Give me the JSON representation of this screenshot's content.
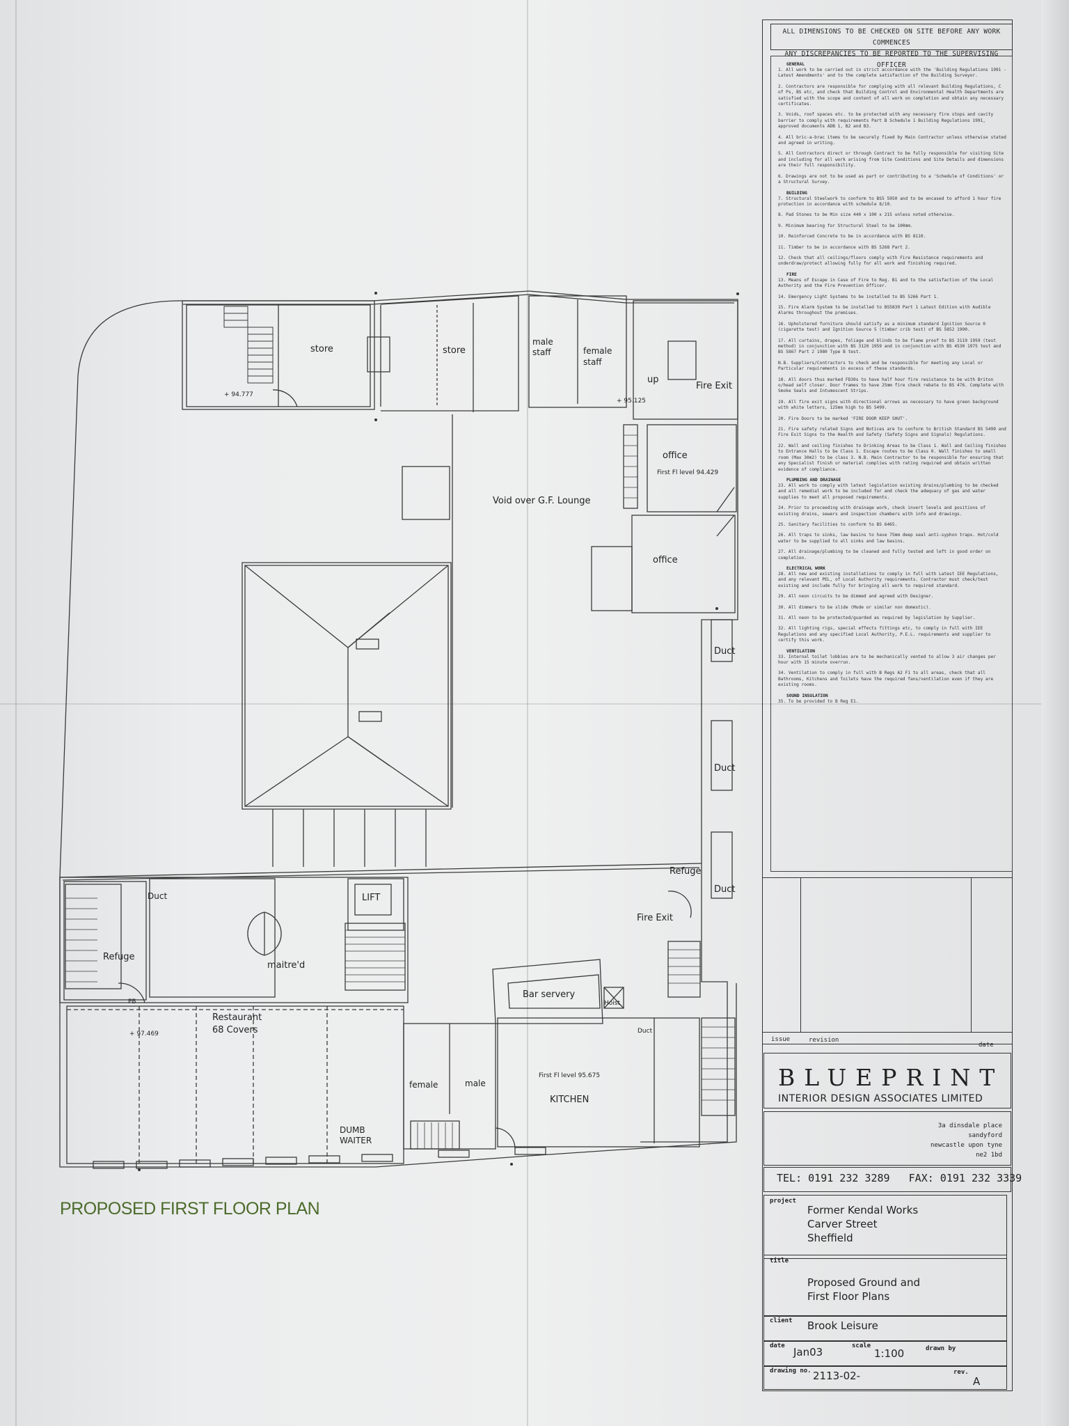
{
  "plan_title": "PROPOSED FIRST FLOOR PLAN",
  "rooms": {
    "store_1": "store",
    "store_2": "store",
    "male_staff": "male\nstaff",
    "female_staff": "female\nstaff",
    "up": "up",
    "fire_exit_top": "Fire Exit",
    "office_1": "office",
    "office_2": "office",
    "first_fl_level_1": "First Fl level 94.429",
    "void": "Void over  G.F. Lounge",
    "level_1": "+ 94.777",
    "level_2": "+ 95.125",
    "duct_1": "Duct",
    "duct_2": "Duct",
    "duct_3": "Duct",
    "duct_4": "Duct",
    "duct_5": "Duct",
    "refuge_1": "Refuge",
    "refuge_2": "Refuge",
    "lift": "LIFT",
    "fire_exit_2": "Fire Exit",
    "maitred": "maitre'd",
    "bar_servery": "Bar servery",
    "restaurant": "Restaurant",
    "covers": "68 Covers",
    "level_3": "+ 97.469",
    "female": "female",
    "male": "male",
    "first_fl_level_2": "First Fl level 95.675",
    "kitchen": "KITCHEN",
    "dumb_waiter": "DUMB\nWAITER",
    "hoist": "Hoist",
    "pb": "PB"
  },
  "title_block": {
    "header_1": "ALL DIMENSIONS TO BE CHECKED ON SITE BEFORE ANY WORK COMMENCES",
    "header_2": "ANY DISCREPANCIES TO BE REPORTED TO THE SUPERVISING OFFICER",
    "sections": {
      "general": "GENERAL",
      "building": "BUILDING",
      "fire": "FIRE",
      "plumbing": "PLUMBING AND DRAINAGE",
      "electrical": "ELECTRICAL WORK",
      "ventilation": "VENTILATION",
      "sound": "SOUND INSULATION"
    },
    "notes": [
      "1.  All work to be carried out in strict accordance with the 'Building Regulations 1991 - Latest Amendments' and to the complete satisfaction of the Building Surveyor.",
      "2.  Contractors are responsible for complying with all relevant Building Regulations, C of Ps, BS etc, and check that Building Control and Environmental Health Departments are satisfied with the scope and content of all work on completion and obtain any necessary certificates.",
      "3.  Voids, roof spaces etc. to be protected with any necessary fire stops and cavity barrier to comply with requirements Part B Schedule 1 Building Regulations 1991, approved documents ADB 1, B2 and B3.",
      "4.  All bric-a-brac items to be securely fixed by Main Contractor unless otherwise stated and agreed in writing.",
      "5.  All Contractors direct or through Contract to be fully responsible for visiting Site and including for all work arising from Site Conditions and Site Details and dimensions are their full responsibility.",
      "6.  Drawings are not to be used as part or contributing to a 'Schedule of Conditions' or a Structural Survey.",
      "7.  Structural Steelwork to conform to BS5 5950 and to be encased to afford 1 hour fire protection in accordance with schedule 8/10.",
      "8.  Pad Stones to be Min size 440 x 100 x 215 unless noted otherwise.",
      "9.  Minimum bearing for Structural Steel to be 100mm.",
      "10. Reinforced Concrete to be in accordance with BS 8110.",
      "11. Timber to be in accordance with BS 5268 Part 2.",
      "12. Check that all ceilings/floors comply with Fire Resistance requirements and underdraw/protect allowing fully for all work and finishing required.",
      "13. Means of Escape in Case of Fire to Reg. B1 and to the satisfaction of the Local Authority and the Fire Prevention Officer.",
      "14. Emergency Light Systems to be installed to BS 5266 Part 1.",
      "15. Fire Alarm System to be installed to BS5839 Part 1 Latest Edition with Audible Alarms throughout the premises.",
      "16. Upholstered furniture should satisfy as a minimum standard Ignition Source 0 (cigarette test) and Ignition Source 5 (timber crib test) of BS 5852 1990.",
      "17. All curtains, drapes, foliage and blinds to be flame proof to BS 3119 1959 (test method) in conjunction with BS 3120 1959 and in conjunction with BS 4530 1975 test and BS 5867 Part 2 1980 Type B test.",
      "N.B. Suppliers/Contractors to check and be responsible for meeting any Local or Particular requirements in excess of these standards.",
      "18. All doors thus marked FD30s to have half hour fire resistance to be with Briton o/head self closer. Door frames to have 25mm fire check rebate to BS 476. Complete with Smoke Seals and Intumescent Strips.",
      "19. All fire exit signs with directional arrows as necessary to have green background with white letters, 125mm high to BS 5499.",
      "20. Fire Doors to be marked 'FIRE DOOR KEEP SHUT'.",
      "21. Fire safety related Signs and Notices are to conform to British Standard BS 5499 and Fire Exit Signs to the Health and Safety (Safety Signs and Signals) Regulations.",
      "22. Wall and ceiling finishes to Drinking Areas to be Class 1. Wall and Ceiling finishes to Entrance Halls to be Class 1. Escape routes to be Class 0. Wall finishes to small room (Max 30m2) to be class 3. N.B. Main Contractor to be responsible for ensuring that any Specialist finish or material complies with rating required and obtain written evidence of compliance.",
      "23. All work to comply with latest legislation existing drains/plumbing to be checked and all remedial work to be included for and check the adequacy of gas and water supplies to meet all proposed requirements.",
      "24. Prior to proceeding with drainage work, check invert levels and positions of existing drains, sewers and inspection chambers with info and drawings.",
      "25. Sanitary facilities to conform to BS 6465.",
      "26. All traps to sinks, law basins to have 75mm deep seal anti-syphon traps. Hot/cold water to be supplied to all sinks and law basins.",
      "27. All drainage/plumbing to be cleaned and fully tested and left in good order on completion.",
      "28. All new and existing installations to comply in full with Latest IEE Regulations, and any relevant PEL, of Local Authority requirements. Contractor must check/test existing and include fully for bringing all work to required standard.",
      "29. All neon circuits to be dimmed and agreed with Designer.",
      "30. All dimmers to be slide (Mode or similar non domestic).",
      "31. All neon to be protected/guarded as required by legislation by Supplier.",
      "32. All lighting rigs, special effects fittings etc, to comply in full with IEE Regulations and any specified Local Authority, P.E.L. requirements and supplier to certify this work.",
      "33. Internal toilet lobbies are to be mechanically vented to allow 3 air changes per hour with 15 minute overrun.",
      "34. Ventilation to comply in full with B Regs A2 F1 to all areas, check that all Bathrooms, Kitchens and Toilets have the required fans/ventilation even if they are existing rooms.",
      "35. To be provided to B Reg E1."
    ],
    "issue_label": "issue",
    "revision_label": "revision",
    "date_label": "date",
    "company_logo": "BLUEPRINT",
    "company_sub": "INTERIOR DESIGN ASSOCIATES LIMITED",
    "address": [
      "3a dinsdale place",
      "sandyford",
      "newcastle upon tyne",
      "ne2 1bd"
    ],
    "tel": "TEL: 0191 232 3289",
    "fax": "FAX: 0191 232 3339",
    "project_label": "project",
    "project": [
      "Former Kendal Works",
      "Carver Street",
      "Sheffield"
    ],
    "title_label": "title",
    "title": [
      "Proposed Ground and",
      "First Floor Plans"
    ],
    "client_label": "client",
    "client": "Brook Leisure",
    "date_field_label": "date",
    "date_value": "Jan03",
    "scale_label": "scale",
    "scale_value": "1:100",
    "drawn_label": "drawn by",
    "drawing_no_label": "drawing no.",
    "drawing_no": "2113-02-",
    "rev_label": "rev.",
    "rev_value": "A"
  }
}
